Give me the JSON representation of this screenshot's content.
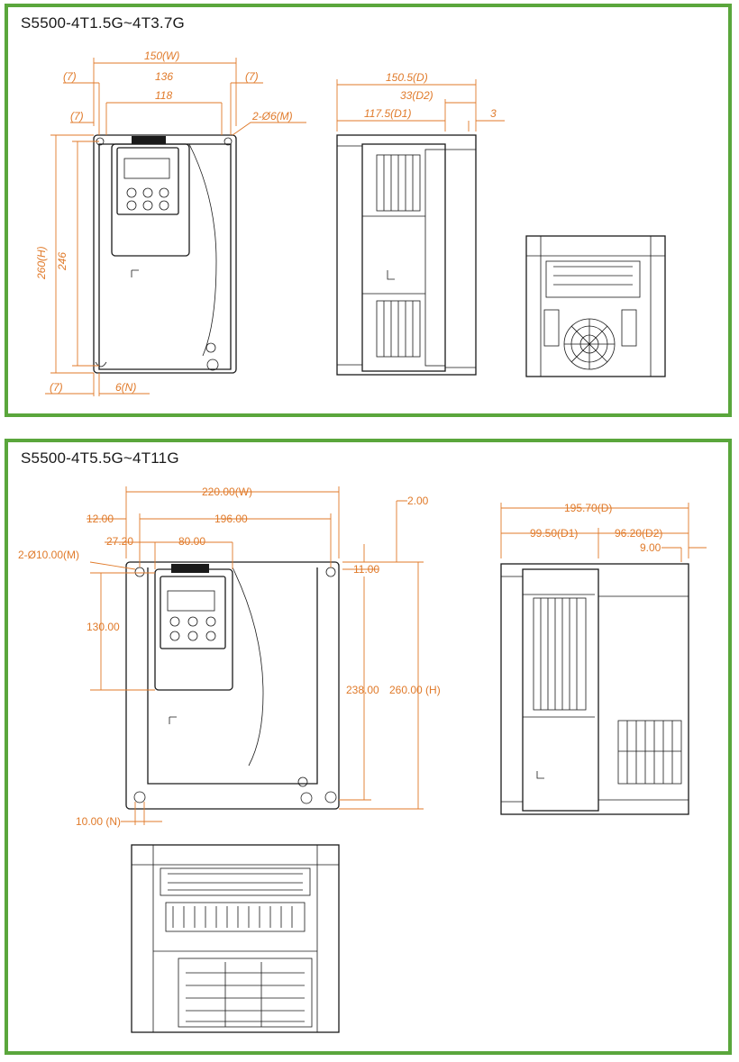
{
  "panels": [
    {
      "title": "S5500-4T1.5G~4T3.7G",
      "labels": {
        "w": "150(W)",
        "p7a": "(7)",
        "w136": "136",
        "p7b": "(7)",
        "w118": "118",
        "p7c": "(7)",
        "hole": "2-Ø6(M)",
        "h": "260(H)",
        "h246": "246",
        "p7d": "(7)",
        "n": "6(N)",
        "d": "150.5(D)",
        "d2": "33(D2)",
        "d1": "117.5(D1)",
        "d3": "3"
      }
    },
    {
      "title": "S5500-4T5.5G~4T11G",
      "labels": {
        "w": "220.00(W)",
        "w196": "196.00",
        "w12": "12.00",
        "w2": "2.00",
        "w27": "27.20",
        "w80": "80.00",
        "hole": "2-Ø10.00(M)",
        "h11": "11.00",
        "h130": "130.00",
        "h238": "238.00",
        "h": "260.00 (H)",
        "n": "10.00 (N)",
        "d": "195.70(D)",
        "d1": "99.50(D1)",
        "d2": "96.20(D2)",
        "d9": "9.00"
      }
    }
  ],
  "colors": {
    "border": "#5aa63c",
    "dimension": "#e07a2a",
    "outline": "#1a1a1a"
  }
}
